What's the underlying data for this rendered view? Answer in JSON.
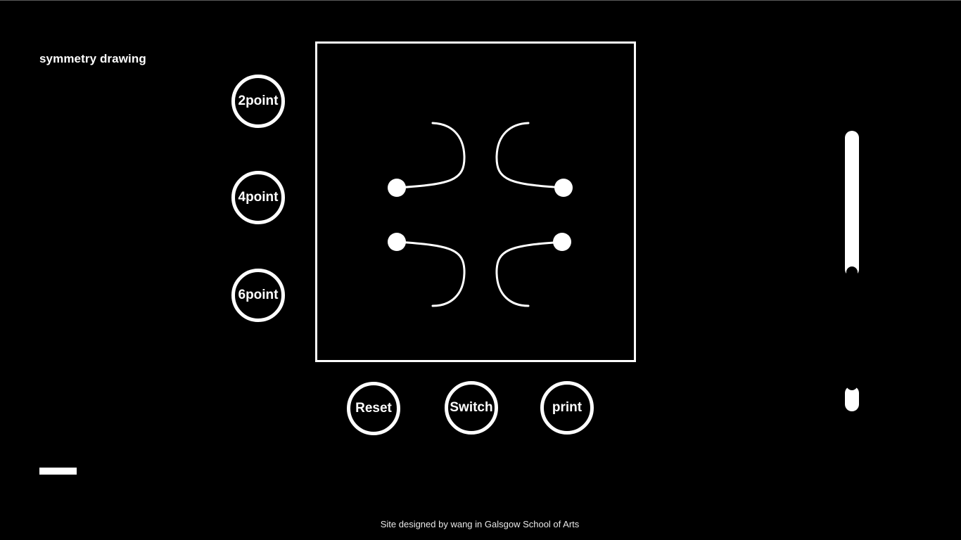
{
  "site": {
    "title": "symmetry drawing"
  },
  "mode_buttons": [
    {
      "label": "2point"
    },
    {
      "label": "4point"
    },
    {
      "label": "6point"
    }
  ],
  "action_buttons": {
    "reset": "Reset",
    "switch": "Switch",
    "print": "print"
  },
  "slider": {
    "value_fraction": 0.52
  },
  "footer": {
    "credit": "Site designed by wang in Galsgow School of Arts"
  },
  "colors": {
    "background": "#000000",
    "foreground": "#ffffff"
  }
}
